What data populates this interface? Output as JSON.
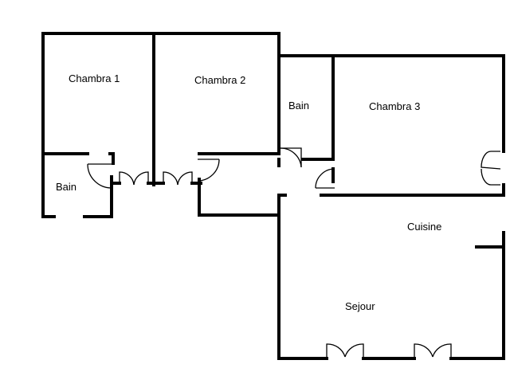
{
  "floor_plan": {
    "rooms": {
      "chambre1": "Chambra 1",
      "chambre2": "Chambra 2",
      "bain_top": "Bain",
      "chambre3": "Chambra 3",
      "bain_left": "Bain",
      "cuisine": "Cuisine",
      "sejour": "Sejour"
    }
  }
}
